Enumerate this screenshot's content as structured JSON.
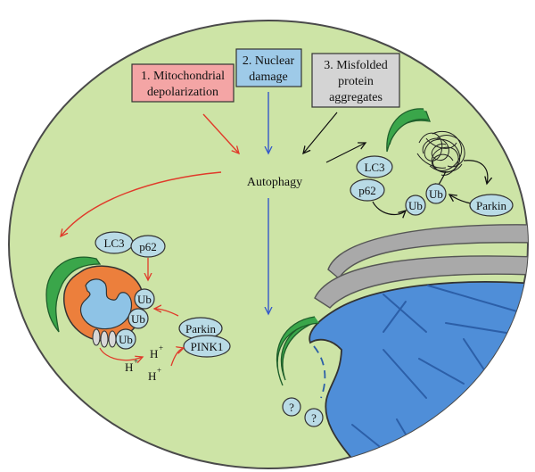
{
  "triggers": {
    "mito": {
      "line1": "1. Mitochondrial",
      "line2": "depolarization",
      "fill": "#f4a5a5"
    },
    "nuclear": {
      "line1": "2. Nuclear",
      "line2": "damage",
      "fill": "#9ecae8"
    },
    "misfolded": {
      "line1": "3. Misfolded",
      "line2": "protein",
      "line3": "aggregates",
      "fill": "#d4d4d4"
    }
  },
  "center_label": "Autophagy",
  "mitophagy": {
    "lc3": "LC3",
    "p62": "p62",
    "ub1": "Ub",
    "ub2": "Ub",
    "ub3": "Ub",
    "parkin": "Parkin",
    "pink1": "PINK1",
    "h": "H",
    "plus": "+"
  },
  "aggrephagy": {
    "lc3": "LC3",
    "p62": "p62",
    "ub1": "Ub",
    "ub2": "Ub",
    "parkin": "Parkin"
  },
  "nucleophagy": {
    "q1": "?",
    "q2": "?"
  },
  "colors": {
    "cell_fill": "#cde4a6",
    "cell_stroke": "#4a4a4a",
    "phagophore": "#3aa64a",
    "protein_fill": "#b9dbe6",
    "mito_outer": "#ec7f3c",
    "mito_inner": "#8ec3e6",
    "nucleus": "#4f8ed8",
    "er": "#a9a9a9",
    "arrow_red": "#e03a2a",
    "arrow_blue": "#3559c9"
  }
}
